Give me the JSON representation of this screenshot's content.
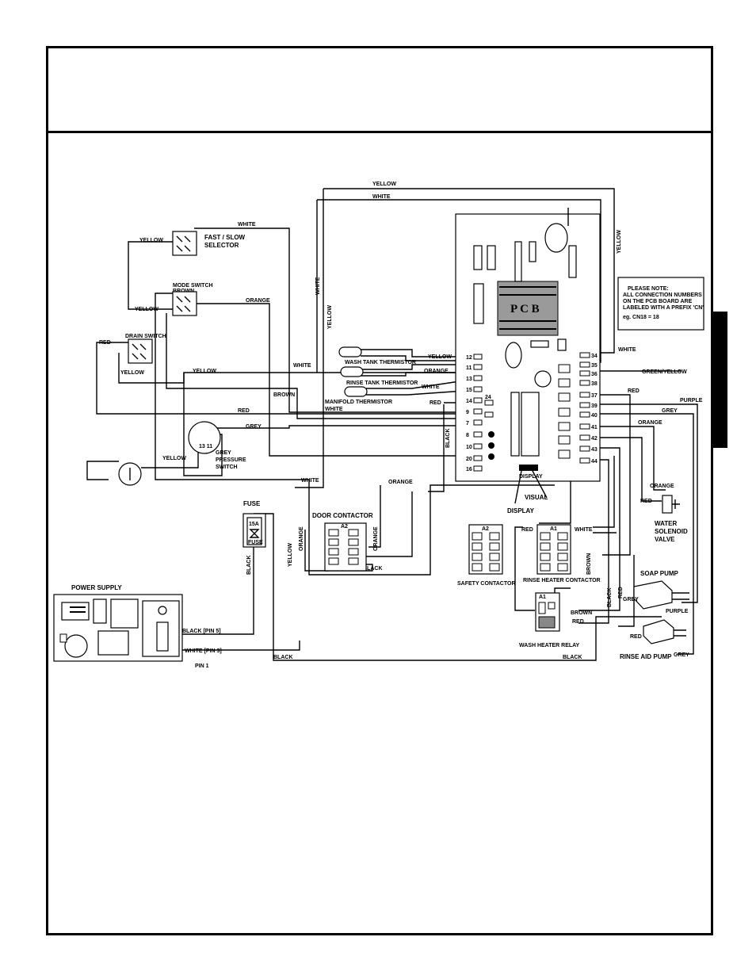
{
  "components": {
    "fast_slow": "FAST / SLOW",
    "selector": "SELECTOR",
    "mode_switch": "MODE SWITCH",
    "drain_switch": "DRAIN SWITCH",
    "pressure_line1": "PRESSURE",
    "pressure_line2": "SWITCH",
    "pressure_terms": "13   11",
    "fuse": "FUSE",
    "fuse_top": "15A",
    "fuse_bottom": "FUSE",
    "door_contactor": "DOOR CONTACTOR",
    "power_supply": "POWER SUPPLY",
    "pcb": "P C B",
    "display": "DISPLAY",
    "visual": "VISUAL",
    "display_board": "DISPLAY",
    "water_solenoid_1": "WATER",
    "water_solenoid_2": "SOLENOID",
    "water_solenoid_3": "VALVE",
    "soap_pump": "SOAP PUMP",
    "rinse_aid_pump": "RINSE AID PUMP",
    "safety_contactor": "SAFETY CONTACTOR",
    "rinse_heater_contactor": "RINSE HEATER CONTACTOR",
    "wash_heater_relay": "WASH HEATER RELAY",
    "wash_tank_thermistor": "WASH TANK THERMISTOR",
    "rinse_tank_thermistor": "RINSE TANK THERMISTOR",
    "manifold_thermistor": "MANIFOLD THERMISTOR",
    "pin1": "PIN 1",
    "black_pin5": "BLACK [PIN 5]",
    "white_pin3": "WHITE [PIN 3]"
  },
  "note": {
    "line1": "PLEASE NOTE:",
    "line2": "ALL CONNECTION NUMBERS",
    "line3": "ON THE PCB BOARD ARE",
    "line4": "LABELED WITH A PREFIX 'CN'",
    "line5": "eg. CN18 = 18"
  },
  "wires": {
    "yellow": "YELLOW",
    "white": "WHITE",
    "brown": "BROWN",
    "orange": "ORANGE",
    "red": "RED",
    "grey": "GREY",
    "black": "BLACK",
    "purple": "PURPLE",
    "green_yellow": "GREEN/YELLOW"
  },
  "pins_left": [
    "12",
    "11",
    "13",
    "15",
    "14",
    "24",
    "9",
    "7",
    "8",
    "10",
    "20",
    "16"
  ],
  "pins_right": [
    "34",
    "35",
    "36",
    "38",
    "37",
    "39",
    "40",
    "41",
    "42",
    "43",
    "44"
  ],
  "contact_labels": {
    "door": "A2",
    "safety": "A2",
    "rinse": "A1",
    "relay": "A1"
  }
}
